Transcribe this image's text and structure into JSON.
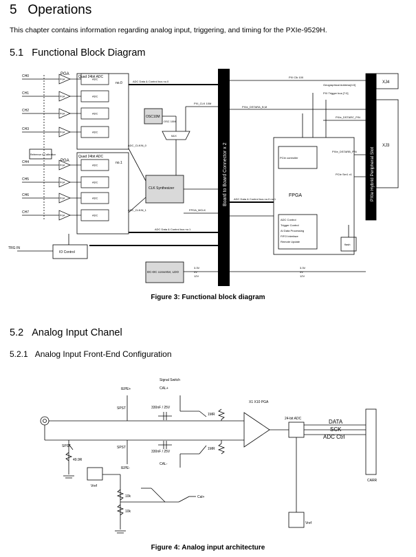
{
  "section": {
    "number": "5",
    "title": "Operations"
  },
  "intro": "This chapter contains information regarding analog input, triggering, and timing for the PXIe-9529H.",
  "s51": {
    "number": "5.1",
    "title": "Functional Block Diagram"
  },
  "fig3": {
    "caption": "Figure 3: Functional block diagram",
    "channels_top": [
      "CH0",
      "CH1",
      "CH2",
      "CH3"
    ],
    "channels_bottom": [
      "CH4",
      "CH5",
      "CH6",
      "CH7"
    ],
    "pga": "PGA",
    "adc": "ADC",
    "quad_top": "Quad 24bit ADC",
    "quad_top_no": "no.0",
    "quad_bottom": "Quad 24bit ADC",
    "quad_bottom_no": "no.1",
    "ref_cal": "Reference & Calibration",
    "trg_in": "TRG IN",
    "io_control": "IO Control",
    "osc": "OSC10M",
    "mux": "MUX",
    "clk": "CLK Synthesizer",
    "dcdc": "DC-DC converter, LDO",
    "connector": "Board to Board Connector x 2",
    "fpga": "FPGA",
    "pcie_ctrl": "PCIe controller",
    "fpga_funcs": [
      "ADC Control",
      "Trigger Control",
      "AI Data Processing",
      "FIFO Interface",
      "Remote Update"
    ],
    "flash": "flash",
    "slot": "PXIe Hybrid Peripheral Slot",
    "xj4": "XJ4",
    "xj3": "XJ3",
    "sig": {
      "adc_bus0": "ADC Data & Control bus no.0",
      "adc_bus1": "ADC Data & Control bus no.1",
      "adc_bus0_r": "ADC Data & Control bus no.0 no.1",
      "pxi_clk100": "PXI Clk 100",
      "pxi_clk10m": "PXI_CLK 10M",
      "osc_out": "OSC 10M",
      "dstarab": "PXIe_DSTARA_B,M",
      "dstarc": "PXIe_DSTARC_P/N",
      "dstarb": "PXIe_DSTARB_P/N",
      "geo": "Geographical Address[4:0]",
      "pxi_trig": "PXI Trigger bus [7:0]",
      "ser": "PCIe Ser1 x1",
      "adc_clkin0": "ADC_CLKIN_0",
      "adc_clkin1": "ADC_CLKIN_1",
      "fpga_mclk": "FPGA_MCLK",
      "v33": "3.3V",
      "v5": "5V",
      "v12": "12V"
    }
  },
  "s52": {
    "number": "5.2",
    "title": "Analog Input Chanel"
  },
  "s521": {
    "number": "5.2.1",
    "title": "Analog Input Front-End Configuration"
  },
  "fig4": {
    "caption": "Figure 4: Analog input architecture",
    "signal_switch": "Signal Switch",
    "cal_plus": "CAL+",
    "cal_minus": "CAL-",
    "iepe_plus": "IEPE+",
    "iepe_minus": "IEPE-",
    "spst": "SPST",
    "cap": "330nF / 25V",
    "mr": "1MR",
    "pga_gain": "X1 X10 PGA",
    "adc": "24-bit ADC",
    "data": "DATA",
    "sck": "SCK",
    "adc_ctrl": "ADC Ctrl",
    "carr": "CARR",
    "r499": "49.9R",
    "vref": "Vref",
    "r10k": "10k",
    "cal_plus2": "Cal+"
  }
}
